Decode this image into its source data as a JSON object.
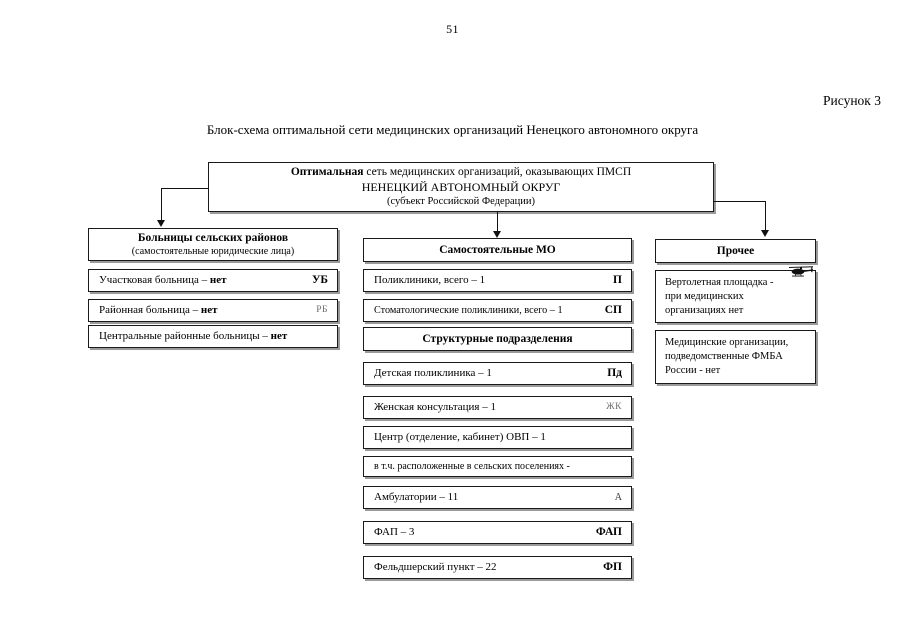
{
  "page": {
    "number": "51",
    "figure_label": "Рисунок 3",
    "title": "Блок-схема оптимальной сети медицинских организаций Ненецкого автономного округа"
  },
  "master": {
    "line1_bold": "Оптимальная",
    "line1_rest": " сеть медицинских организаций, оказывающих ПМСП",
    "line2": "НЕНЕЦКИЙ АВТОНОМНЫЙ ОКРУГ",
    "line3": "(субъект Российской Федерации)"
  },
  "columns": {
    "left": {
      "header": {
        "title": "Больницы сельских районов",
        "subtitle": "(самостоятельные юридические лица)"
      },
      "rows": [
        {
          "label": "Участковая больница – ",
          "emph": "нет",
          "code": "УБ",
          "code_style": "bold"
        },
        {
          "label": "Районная больница – ",
          "emph": "нет",
          "code": "РБ",
          "code_style": "faint"
        },
        {
          "label": "Центральные районные больницы – ",
          "emph": "нет",
          "code": "",
          "code_style": "none"
        }
      ]
    },
    "middle": {
      "header": {
        "title": "Самостоятельные МО"
      },
      "rows_top": [
        {
          "label": "Поликлиники, всего – 1",
          "code": "П",
          "code_style": "bold"
        },
        {
          "label": "Стоматологические поликлиники, всего – 1",
          "code": "СП",
          "code_style": "bold"
        }
      ],
      "subheader": {
        "title": "Структурные подразделения"
      },
      "rows_bottom": [
        {
          "label": "Детская поликлиника – 1",
          "code": "Пд",
          "code_style": "bold"
        },
        {
          "label": "Женская консультация – 1",
          "code": "ЖК",
          "code_style": "faint"
        },
        {
          "label": "Центр (отделение, кабинет) ОВП – 1",
          "code": "",
          "code_style": "none"
        },
        {
          "label": "в т.ч. расположенные в сельских поселениях -",
          "code": "",
          "code_style": "none"
        },
        {
          "label": "Амбулатории – 11",
          "code": "А",
          "code_style": "mid"
        },
        {
          "label": "ФАП – 3",
          "code": "ФАП",
          "code_style": "bold"
        },
        {
          "label": "Фельдшерский пункт – 22",
          "code": "ФП",
          "code_style": "bold"
        }
      ]
    },
    "right": {
      "header": {
        "title": "Прочее"
      },
      "blocks": [
        {
          "lines": [
            "Вертолетная площадка -",
            "при  медицинских",
            "организациях нет"
          ],
          "icon": "helicopter-icon"
        },
        {
          "lines": [
            "Медицинские организации,",
            "подведомственные ФМБА",
            "России - нет"
          ],
          "icon": ""
        }
      ]
    }
  },
  "colors": {
    "ink": "#000000",
    "rule": "#1a1a1a",
    "shadow": "#9a9a9a",
    "faint_code": "#6f6f6f"
  }
}
